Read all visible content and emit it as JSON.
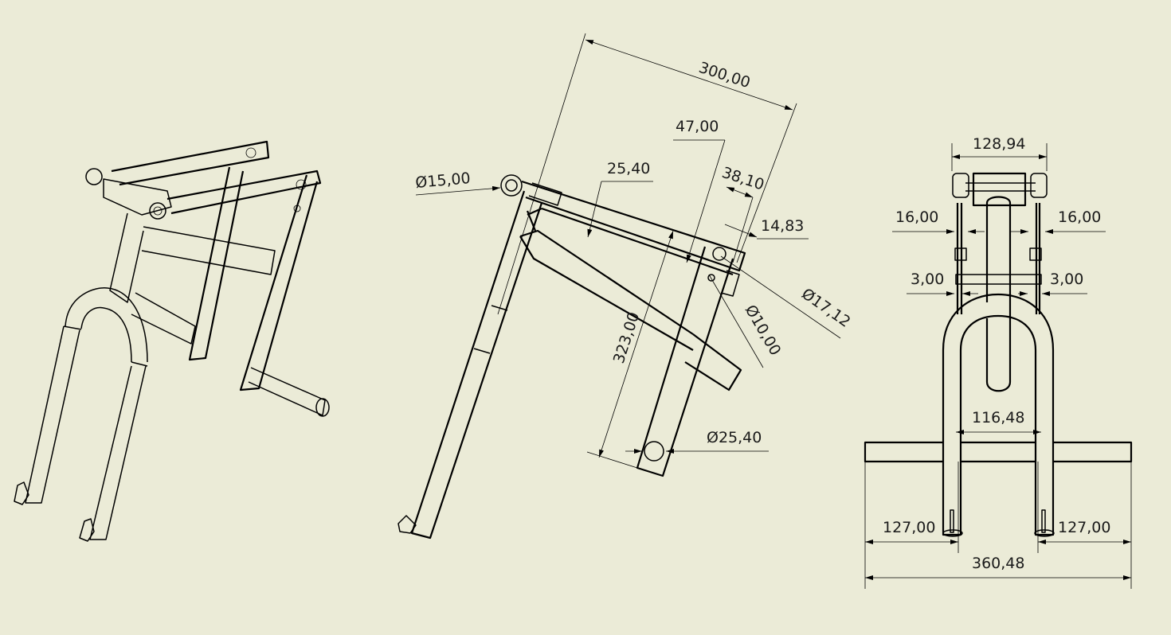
{
  "drawing": {
    "background_color": "#ebebd7",
    "line_color": "#000000",
    "views": [
      {
        "name": "isometric-view",
        "label": ""
      },
      {
        "name": "side-view",
        "label": ""
      },
      {
        "name": "front-view",
        "label": ""
      }
    ]
  },
  "side_view": {
    "dims": {
      "overall_length": "300,00",
      "offset_47": "47,00",
      "bar_width": "25,40",
      "plate_width": "38,10",
      "edge_offset": "14,83",
      "pivot_hole": "Ø15,00",
      "hole_17": "Ø17,12",
      "hole_10": "Ø10,00",
      "arm_length": "323,00",
      "foot_hole": "Ø25,40"
    }
  },
  "front_view": {
    "dims": {
      "top_width": "128,94",
      "left_plate": "16,00",
      "right_plate": "16,00",
      "left_gap": "3,00",
      "right_gap": "3,00",
      "inner_width": "116,48",
      "left_bar": "127,00",
      "right_bar": "127,00",
      "overall_width": "360,48"
    }
  }
}
